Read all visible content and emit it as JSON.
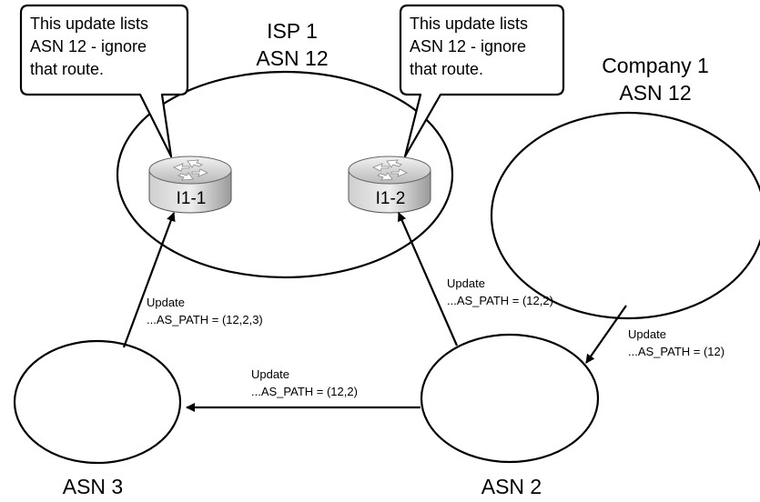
{
  "callouts": {
    "left": {
      "line1": "This update lists",
      "line2": "ASN 12 - ignore",
      "line3": "that route."
    },
    "right": {
      "line1": "This update lists",
      "line2": "ASN 12 - ignore",
      "line3": "that route."
    }
  },
  "as_labels": {
    "isp_name": "ISP 1",
    "isp_asn": "ASN 12",
    "company_name": "Company 1",
    "company_asn": "ASN 12",
    "asn3": "ASN 3",
    "asn2": "ASN 2"
  },
  "routers": {
    "left": "I1-1",
    "right": "I1-2"
  },
  "updates": {
    "asn3_to_i11": {
      "line1": "Update",
      "line2": "...AS_PATH = (12,2,3)"
    },
    "asn2_to_i12": {
      "line1": "Update",
      "line2": "...AS_PATH = (12,2)"
    },
    "company_to_asn2": {
      "line1": "Update",
      "line2": "...AS_PATH = (12)"
    },
    "asn2_to_asn3": {
      "line1": "Update",
      "line2": "...AS_PATH = (12,2)"
    }
  }
}
